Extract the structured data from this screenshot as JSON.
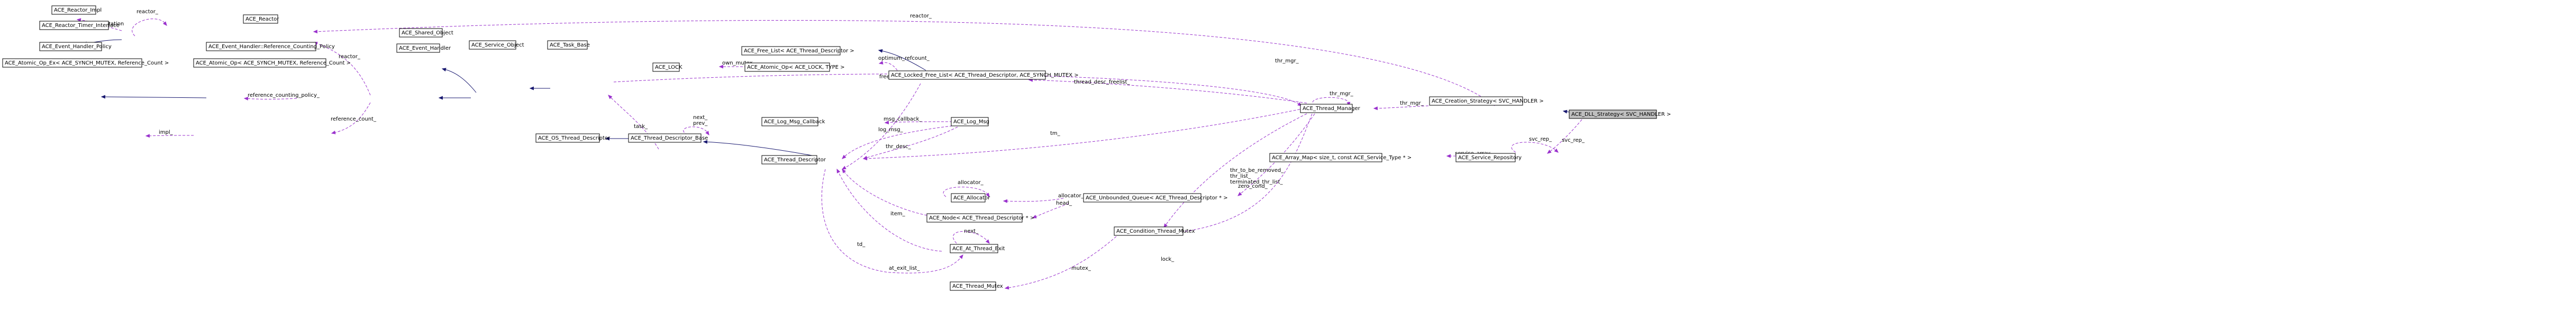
{
  "colors": {
    "inherit": "#191970",
    "usage": "#9a32cd",
    "template": "#ffa500",
    "highlight_fill": "#bfbfbf"
  },
  "nodes": [
    {
      "id": "reactor_impl",
      "label": "ACE_Reactor_Impl"
    },
    {
      "id": "reactor_timer",
      "label": "ACE_Reactor_Timer_Interface"
    },
    {
      "id": "reactor",
      "label": "ACE_Reactor"
    },
    {
      "id": "ev_policy",
      "label": "ACE_Event_Handler_Policy"
    },
    {
      "id": "ev_refcount",
      "label": "ACE_Event_Handler::Reference_Counting_Policy"
    },
    {
      "id": "atomic_ex",
      "label": "ACE_Atomic_Op_Ex< ACE_SYNCH_MUTEX, Reference_Count >"
    },
    {
      "id": "atomic_ref",
      "label": "ACE_Atomic_Op< ACE_SYNCH_MUTEX, Reference_Count >"
    },
    {
      "id": "shared_obj",
      "label": "ACE_Shared_Object"
    },
    {
      "id": "event_handler",
      "label": "ACE_Event_Handler"
    },
    {
      "id": "service_obj",
      "label": "ACE_Service_Object"
    },
    {
      "id": "task_base",
      "label": "ACE_Task_Base"
    },
    {
      "id": "free_list",
      "label": "ACE_Free_List< ACE_Thread_Descriptor >"
    },
    {
      "id": "ace_lock",
      "label": "ACE_LOCK"
    },
    {
      "id": "atomic_lock",
      "label": "ACE_Atomic_Op< ACE_LOCK, TYPE >"
    },
    {
      "id": "locked_free_list",
      "label": "ACE_Locked_Free_List< ACE_Thread_Descriptor, ACE_SYNCH_MUTEX >"
    },
    {
      "id": "log_cb",
      "label": "ACE_Log_Msg_Callback"
    },
    {
      "id": "log_msg",
      "label": "ACE_Log_Msg"
    },
    {
      "id": "os_td",
      "label": "ACE_OS_Thread_Descriptor"
    },
    {
      "id": "td_base",
      "label": "ACE_Thread_Descriptor_Base"
    },
    {
      "id": "thread_desc",
      "label": "ACE_Thread_Descriptor"
    },
    {
      "id": "allocator",
      "label": "ACE_Allocator"
    },
    {
      "id": "unbounded_queue",
      "label": "ACE_Unbounded_Queue< ACE_Thread_Descriptor * >"
    },
    {
      "id": "node_td",
      "label": "ACE_Node< ACE_Thread_Descriptor * >"
    },
    {
      "id": "cond_mutex",
      "label": "ACE_Condition_Thread_Mutex"
    },
    {
      "id": "at_exit",
      "label": "ACE_At_Thread_Exit"
    },
    {
      "id": "thread_mutex",
      "label": "ACE_Thread_Mutex"
    },
    {
      "id": "thread_manager",
      "label": "ACE_Thread_Manager"
    },
    {
      "id": "array_map",
      "label": "ACE_Array_Map< size_t, const ACE_Service_Type * >"
    },
    {
      "id": "creation_strategy",
      "label": "ACE_Creation_Strategy< SVC_HANDLER >"
    },
    {
      "id": "service_repo",
      "label": "ACE_Service_Repository"
    },
    {
      "id": "dll_strategy",
      "label": "ACE_DLL_Strategy< SVC_HANDLER >"
    }
  ],
  "edges": [
    {
      "id": "e_impl",
      "label": "implementation"
    },
    {
      "id": "e_timer",
      "label": ""
    },
    {
      "id": "e_reactor_self",
      "label": "reactor_"
    },
    {
      "id": "e_policy",
      "label": ""
    },
    {
      "id": "e_refpolicy",
      "label": "reference_counting_policy_"
    },
    {
      "id": "e_impl2",
      "label": "impl_"
    },
    {
      "id": "e_refcount",
      "label": "reference_count_"
    },
    {
      "id": "e_reactor_eh",
      "label": "reactor_"
    },
    {
      "id": "e_shared",
      "label": ""
    },
    {
      "id": "e_eh",
      "label": ""
    },
    {
      "id": "e_so",
      "label": ""
    },
    {
      "id": "e_reactor_cs",
      "label": "reactor_"
    },
    {
      "id": "e_thr_mgr_tb",
      "label": "thr_mgr_"
    },
    {
      "id": "e_task",
      "label": "task_"
    },
    {
      "id": "e_free_list",
      "label": ""
    },
    {
      "id": "e_own_mutex",
      "label": "own_mutex_"
    },
    {
      "id": "e_refcount2",
      "label": "optimum_refcount_"
    },
    {
      "id": "e_free_list_ptr",
      "label": "free_list_"
    },
    {
      "id": "e_td_freelist",
      "label": "thread_desc_freelist_"
    },
    {
      "id": "e_msg_cb",
      "label": "msg_callback_"
    },
    {
      "id": "e_log_msg",
      "label": "log_msg_"
    },
    {
      "id": "e_next_prev",
      "label": "next_\nprev_"
    },
    {
      "id": "e_os_td",
      "label": ""
    },
    {
      "id": "e_td_base",
      "label": ""
    },
    {
      "id": "e_thr_desc",
      "label": "thr_desc_"
    },
    {
      "id": "e_tm_td",
      "label": "tm_"
    },
    {
      "id": "e_allocator_self",
      "label": "allocator_"
    },
    {
      "id": "e_allocator",
      "label": "allocator_"
    },
    {
      "id": "e_head",
      "label": "head_"
    },
    {
      "id": "e_item",
      "label": "item_"
    },
    {
      "id": "e_tds",
      "label": "thr_to_be_removed_\nthr_list_\nterminated_thr_list_"
    },
    {
      "id": "e_zero_cond",
      "label": "zero_cond_"
    },
    {
      "id": "e_next_at",
      "label": "next_"
    },
    {
      "id": "e_td",
      "label": "td_"
    },
    {
      "id": "e_at_exit_list",
      "label": "at_exit_list_"
    },
    {
      "id": "e_lock",
      "label": "lock_"
    },
    {
      "id": "e_mutex",
      "label": "mutex_"
    },
    {
      "id": "e_thr_mgr_self",
      "label": "thr_mgr_"
    },
    {
      "id": "e_thr_mgr_cs",
      "label": "thr_mgr_"
    },
    {
      "id": "e_service_array",
      "label": "service_array_"
    },
    {
      "id": "e_svc_rep_self",
      "label": "svc_rep_"
    },
    {
      "id": "e_cs",
      "label": ""
    },
    {
      "id": "e_svc_rep",
      "label": "svc_rep_"
    }
  ]
}
